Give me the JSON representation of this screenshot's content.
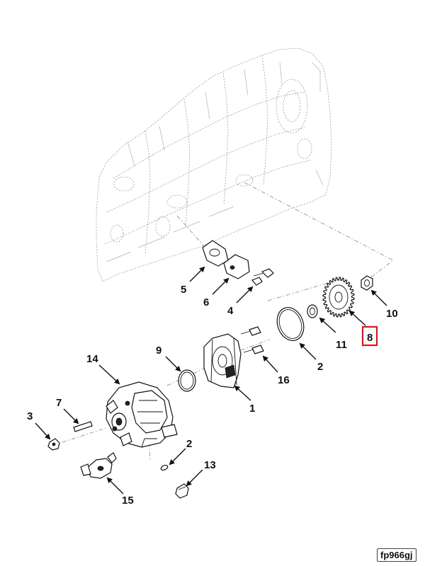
{
  "figure_id": "fp966gj",
  "highlight_color": "#e0141e",
  "callouts": {
    "c1": "1",
    "c2a": "2",
    "c2b": "2",
    "c3": "3",
    "c4": "4",
    "c5": "5",
    "c6": "6",
    "c7": "7",
    "c8": "8",
    "c9": "9",
    "c10": "10",
    "c11": "11",
    "c13": "13",
    "c14": "14",
    "c15": "15",
    "c16": "16"
  },
  "highlighted_callout": "8"
}
